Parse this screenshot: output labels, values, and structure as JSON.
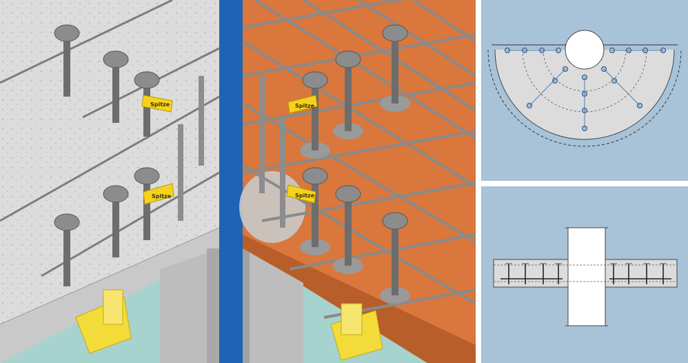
{
  "labels": {
    "tag_text": "Spitze"
  },
  "colors": {
    "concrete_light": "#dcdcdc",
    "concrete_shade": "#c4c4c4",
    "formwork_orange": "#d9773d",
    "steel_gray": "#7d7d7d",
    "steel_dark": "#555555",
    "tag_yellow": "#f5d21e",
    "support_yellow": "#f3dc3a",
    "divider_blue": "#1e63b5",
    "detail_bg_blue": "#a8c2d8",
    "floor_teal": "#a6d3cd"
  },
  "icons": {
    "stud_rail": "double-headed-stud-anchor",
    "reinforcement": "rebar-mesh",
    "support": "shoring-prop"
  }
}
